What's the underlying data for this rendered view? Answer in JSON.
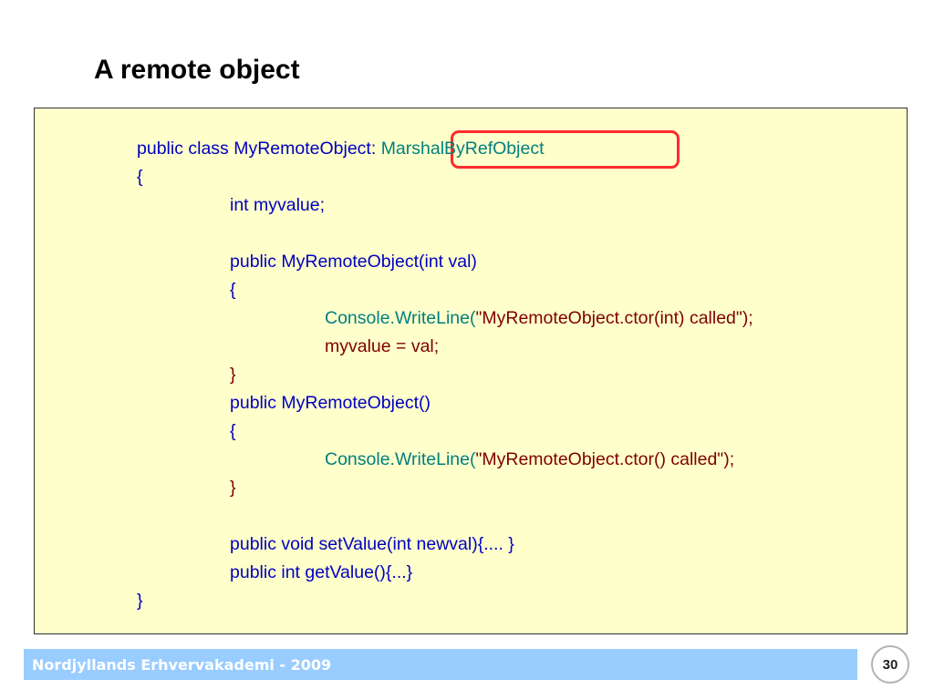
{
  "slide": {
    "title": "A remote object",
    "footer": "Nordjyllands Erhvervakademi - 2009",
    "page_number": "30"
  },
  "code": {
    "l1_a": "public class MyRemoteObject: ",
    "l1_b": "MarshalByRefObject",
    "l2": "{",
    "l3": "int myvalue;",
    "l4": "public MyRemoteObject(int val)",
    "l5": "{",
    "l6_a": "Console.WriteLine(",
    "l6_b": "\"MyRemoteObject.ctor(int) called\");",
    "l7": "myvalue = val;",
    "l8": "}",
    "l9": "public MyRemoteObject()",
    "l10": "{",
    "l11_a": "Console.WriteLine(",
    "l11_b": "\"MyRemoteObject.ctor() called\");",
    "l12": "}",
    "l13": "public void setValue(int newval){.... }",
    "l14": "public int getValue(){...}",
    "l15": "}"
  },
  "colors": {
    "keyword": "#0000c0",
    "type": "#007f7f",
    "string": "#7f0000",
    "code_background": "#ffffcc",
    "highlight_ring": "#ff2a2a",
    "footer_bar": "#99ccff"
  }
}
